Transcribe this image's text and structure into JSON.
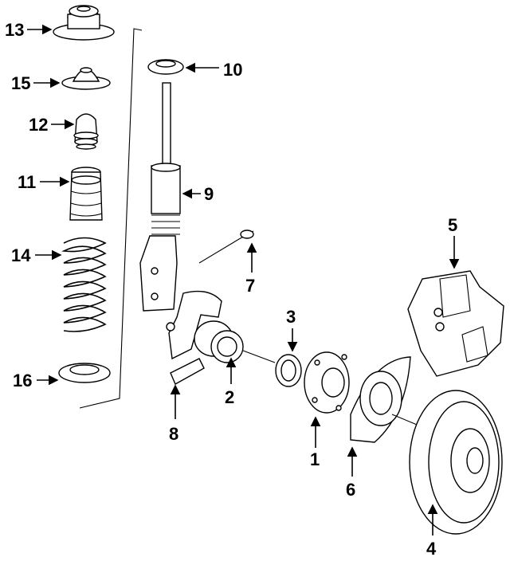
{
  "diagram": {
    "callouts": [
      {
        "id": "c13",
        "label": "13"
      },
      {
        "id": "c10",
        "label": "10"
      },
      {
        "id": "c15",
        "label": "15"
      },
      {
        "id": "c12",
        "label": "12"
      },
      {
        "id": "c11",
        "label": "11"
      },
      {
        "id": "c9",
        "label": "9"
      },
      {
        "id": "c14",
        "label": "14"
      },
      {
        "id": "c5",
        "label": "5"
      },
      {
        "id": "c7",
        "label": "7"
      },
      {
        "id": "c3",
        "label": "3"
      },
      {
        "id": "c16",
        "label": "16"
      },
      {
        "id": "c2",
        "label": "2"
      },
      {
        "id": "c8",
        "label": "8"
      },
      {
        "id": "c1",
        "label": "1"
      },
      {
        "id": "c6",
        "label": "6"
      },
      {
        "id": "c4",
        "label": "4"
      }
    ]
  }
}
